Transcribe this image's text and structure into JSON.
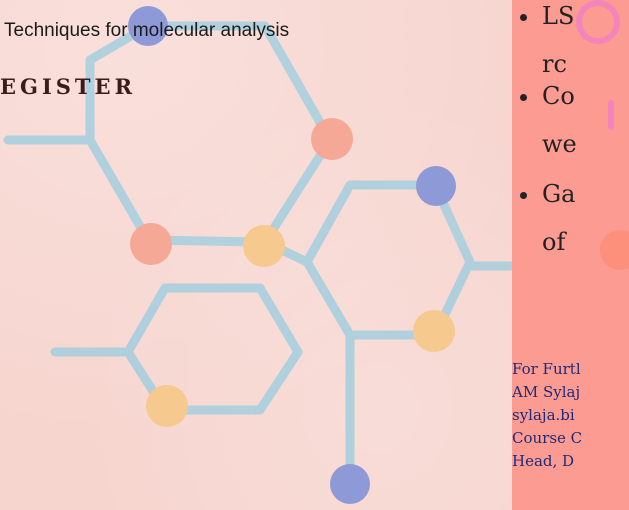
{
  "subtitle": "Techniques for molecular analysis",
  "register": "EGISTER",
  "panel": {
    "bullets": [
      {
        "line1": "LS",
        "line2": "rc"
      },
      {
        "line1": "Co",
        "line2": "we"
      },
      {
        "line1": "Ga",
        "line2": "of"
      }
    ],
    "contact": [
      "For Furtl",
      "AM Sylaj",
      "sylaja.bi",
      "Course C",
      "Head, D"
    ]
  },
  "colors": {
    "background": "#f7d5cf",
    "panel": "#fc9b92",
    "bond": "#a9cfdf",
    "atom_peach": "#f5a896",
    "atom_yellow": "#f6c98e",
    "atom_blue": "#8e9ad8",
    "contact_text": "#1e2a78"
  }
}
